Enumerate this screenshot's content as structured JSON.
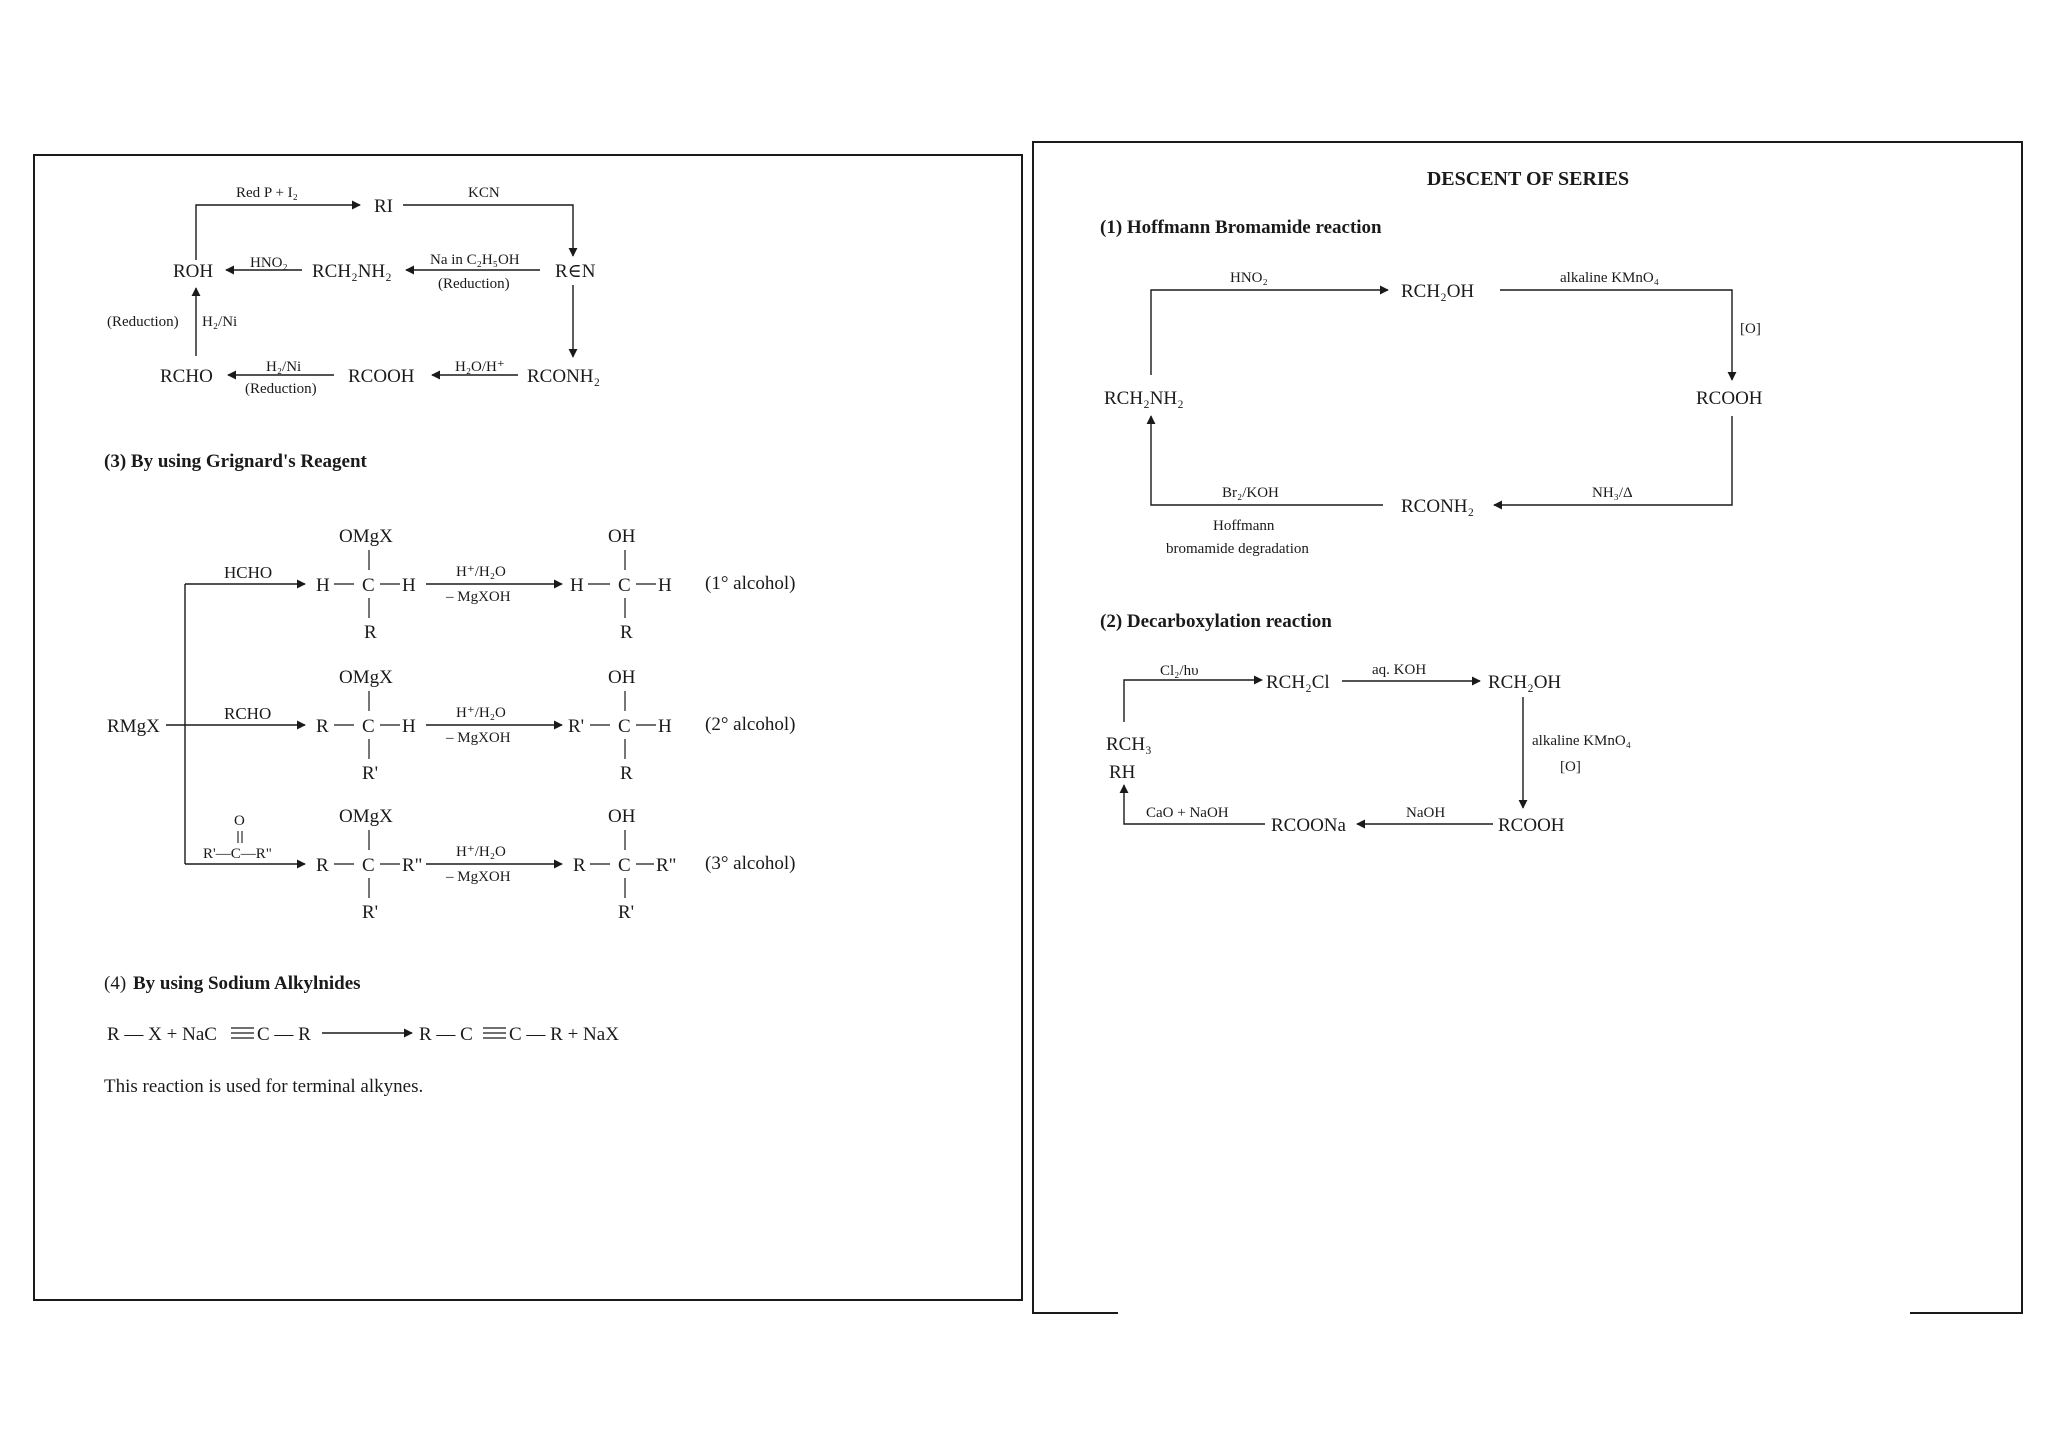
{
  "left": {
    "cycle": {
      "red_p": "Red P + I₂",
      "ri": "RI",
      "kcn": "KCN",
      "roh": "ROH",
      "hno2": "HNO₂",
      "rch2nh2": "RCH₂NH₂",
      "na_c2h5oh": "Na in C₂H₅OH",
      "reduction_top": "(Reduction)",
      "rcn": "R∈N",
      "reduction_left": "(Reduction)",
      "h2_ni_left": "H₂/Ni",
      "rcho": "RCHO",
      "h2_ni_bottom": "H₂/Ni",
      "reduction_bottom": "(Reduction)",
      "rcooh": "RCOOH",
      "h2o_h": "H₂O/H⁺",
      "rconh2": "RCONH₂"
    },
    "grignard": {
      "heading": "(3) By using Grignard's Reagent",
      "rmgx": "RMgX",
      "row1": {
        "reagent": "HCHO",
        "int_top": "OMgX",
        "int_left": "H",
        "int_c": "C",
        "int_right": "H",
        "int_bottom": "R",
        "cond_top": "H⁺/H₂O",
        "cond_bottom": "– MgXOH",
        "prod_top": "OH",
        "prod_left": "H",
        "prod_c": "C",
        "prod_right": "H",
        "prod_bottom": "R",
        "label": "(1° alcohol)"
      },
      "row2": {
        "reagent": "RCHO",
        "int_top": "OMgX",
        "int_left": "R",
        "int_c": "C",
        "int_right": "H",
        "int_bottom": "R'",
        "cond_top": "H⁺/H₂O",
        "cond_bottom": "– MgXOH",
        "prod_top": "OH",
        "prod_left": "R'",
        "prod_c": "C",
        "prod_right": "H",
        "prod_bottom": "R",
        "label": "(2° alcohol)"
      },
      "row3": {
        "reagent_o": "O",
        "reagent": "R'—C—R\"",
        "int_top": "OMgX",
        "int_left": "R",
        "int_c": "C",
        "int_right": "R\"",
        "int_bottom": "R'",
        "cond_top": "H⁺/H₂O",
        "cond_bottom": "– MgXOH",
        "prod_top": "OH",
        "prod_left": "R",
        "prod_c": "C",
        "prod_right": "R\"",
        "prod_bottom": "R'",
        "label": "(3° alcohol)"
      }
    },
    "alkynides": {
      "heading_num": "(4)",
      "heading": "By using Sodium Alkylnides",
      "lhs": "R — X + NaC",
      "lhs2": "C — R",
      "rhs1": "R — C",
      "rhs2": "C — R + NaX",
      "note": "This reaction is used for terminal alkynes."
    }
  },
  "right": {
    "title": "DESCENT OF SERIES",
    "hoffmann": {
      "heading": "(1) Hoffmann Bromamide reaction",
      "hno2": "HNO₂",
      "rch2oh": "RCH₂OH",
      "alk_kmno4": "alkaline KMnO₄",
      "o": "[O]",
      "rch2nh2": "RCH₂NH₂",
      "rcooh": "RCOOH",
      "br2_koh": "Br₂/KOH",
      "rconh2": "RCONH₂",
      "nh3": "NH₃/Δ",
      "hoffmann": "Hoffmann",
      "degradation": "bromamide degradation"
    },
    "decarbox": {
      "heading": "(2) Decarboxylation reaction",
      "cl2": "Cl₂/hυ",
      "rch2cl": "RCH₂Cl",
      "aq_koh": "aq. KOH",
      "rch2oh": "RCH₂OH",
      "rch3": "RCH₃",
      "rh": "RH",
      "alk_kmno4": "alkaline KMnO₄",
      "o": "[O]",
      "cao": "CaO + NaOH",
      "rcoona": "RCOONa",
      "naoh": "NaOH",
      "rcooh": "RCOOH"
    }
  }
}
